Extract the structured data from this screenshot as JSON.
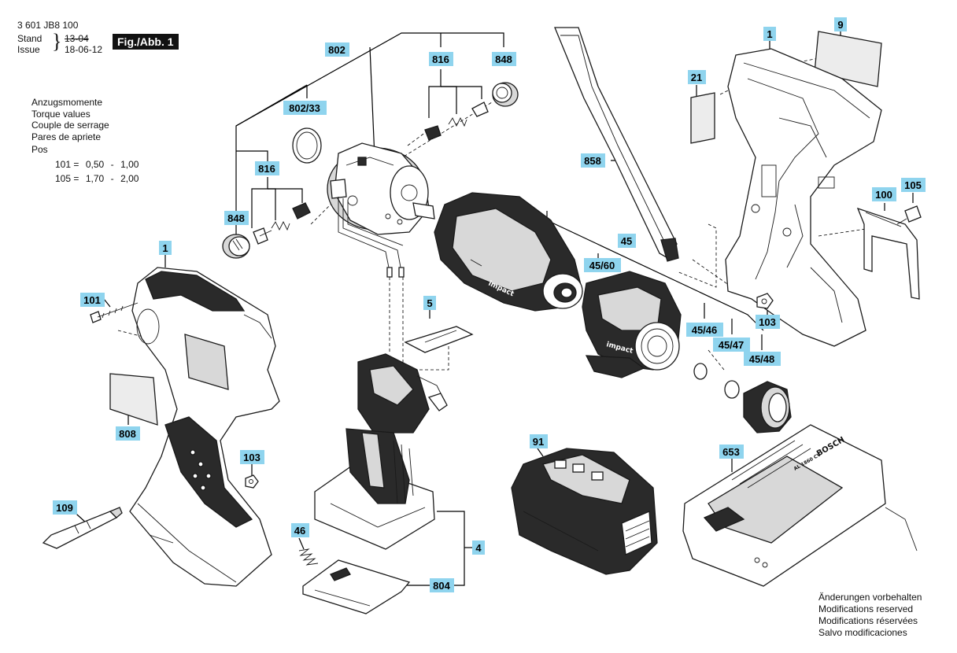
{
  "header": {
    "doc_number": "3 601 JB8 100",
    "stand_label": "Stand",
    "issue_label": "Issue",
    "brace": "}",
    "old_date": "13-04",
    "issue_date": "18-06-12",
    "figure_tag": "Fig./Abb. 1"
  },
  "torque": {
    "titles": [
      "Anzugsmomente",
      "Torque values",
      "Couple de serrage",
      "Pares de apriete"
    ],
    "pos_label": "Pos",
    "rows": [
      {
        "pos": "101 =",
        "min": "0,50",
        "sep": "-",
        "max": "1,00"
      },
      {
        "pos": "105 =",
        "min": "1,70",
        "sep": "-",
        "max": "2,00"
      }
    ]
  },
  "notes": [
    "Änderungen vorbehalten",
    "Modifications reserved",
    "Modifications réservées",
    "Salvo modificaciones"
  ],
  "part_labels": {
    "p802": "802",
    "p816a": "816",
    "p848a": "848",
    "p802_33": "802/33",
    "p816b": "816",
    "p848b": "848",
    "p858": "858",
    "p1a": "1",
    "p9": "9",
    "p21": "21",
    "p100": "100",
    "p105": "105",
    "p45": "45",
    "p45_60": "45/60",
    "p103a": "103",
    "p45_46": "45/46",
    "p45_47": "45/47",
    "p45_48": "45/48",
    "p1b": "1",
    "p101": "101",
    "p5": "5",
    "p808": "808",
    "p103b": "103",
    "p109": "109",
    "p46": "46",
    "p4": "4",
    "p804": "804",
    "p91": "91",
    "p653": "653"
  },
  "brand_marks": {
    "impact_1": "impact",
    "impact_2": "impact",
    "charger_brand": "BOSCH",
    "charger_model": "AL 1860 CV"
  },
  "colors": {
    "label_fill": "#8fd4ee",
    "tag_fill": "#111111"
  }
}
